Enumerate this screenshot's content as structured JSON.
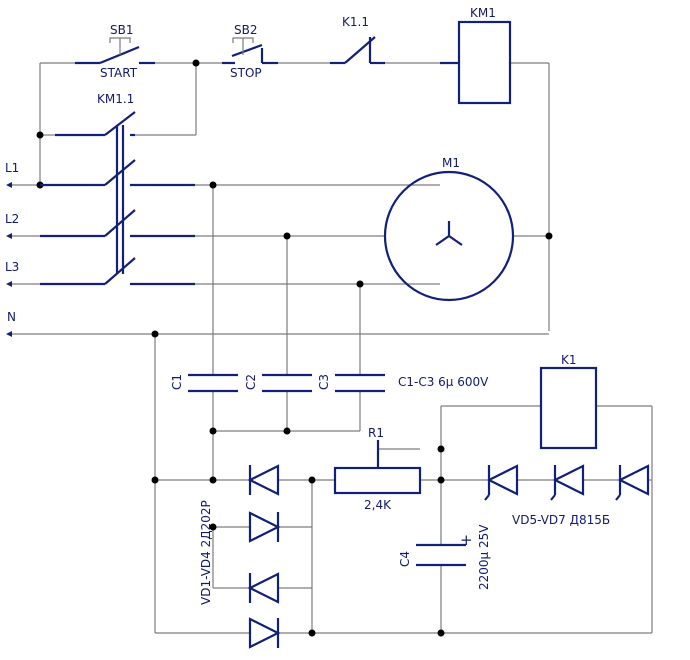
{
  "labels": {
    "sb1": "SB1",
    "start": "START",
    "sb2": "SB2",
    "stop": "STOP",
    "k11": "K1.1",
    "km1": "KM1",
    "km11": "KM1.1",
    "m1": "M1",
    "l1": "L1",
    "l2": "L2",
    "l3": "L3",
    "n": "N",
    "c1": "C1",
    "c2": "C2",
    "c3": "C3",
    "caps": "C1-C3 6µ 600V",
    "k1": "K1",
    "r1": "R1",
    "r1_val": "2,4K",
    "vd57": "VD5-VD7 Д815Б",
    "c4": "C4",
    "c4_val": "2200µ 25V",
    "plus": "+",
    "vd14": "VD1-VD4 2Д202Р"
  },
  "colors": {
    "component": "#13207a",
    "wire": "#7d7d7d",
    "text": "#111a6b"
  }
}
